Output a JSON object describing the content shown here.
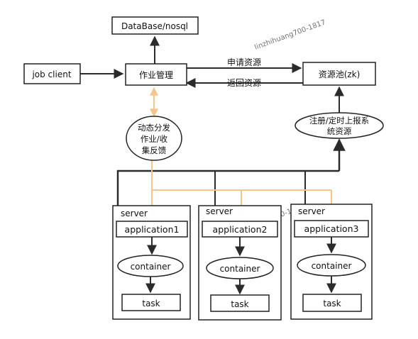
{
  "nodes": {
    "database": "DataBase/nosql",
    "job_client": "job client",
    "job_manager": "作业管理",
    "resource_pool": "资源池(zk)",
    "dispatch": [
      "动态分发",
      "作业/收",
      "集反馈"
    ],
    "register": [
      "注册/定时上报系",
      "统资源"
    ]
  },
  "edges": {
    "request": "申请资源",
    "return": "返回资源"
  },
  "servers": [
    {
      "label": "server",
      "app": "application1",
      "container": "container",
      "task": "task"
    },
    {
      "label": "server",
      "app": "application2",
      "container": "container",
      "task": "task"
    },
    {
      "label": "server",
      "app": "application3",
      "container": "container",
      "task": "task"
    }
  ],
  "watermark": "linzhihuang700-1817",
  "colors": {
    "orange": "#f6c58c",
    "dark": "#2b2b2b"
  }
}
